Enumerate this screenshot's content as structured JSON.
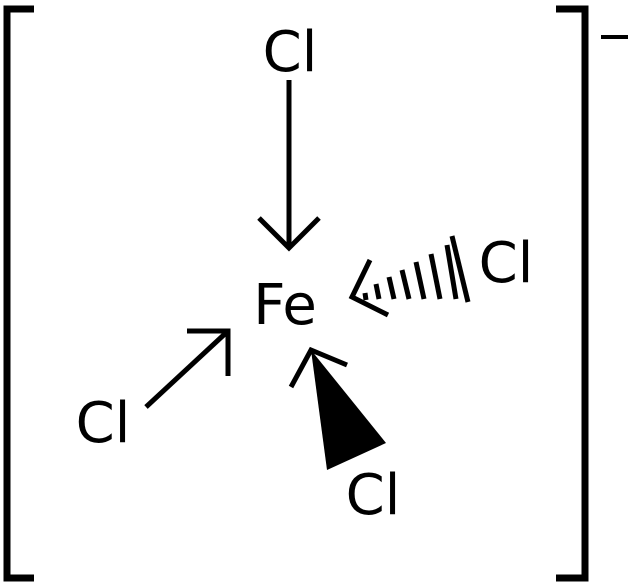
{
  "molecule": {
    "center_atom": "Fe",
    "ligands": [
      {
        "label": "Cl",
        "position": "top",
        "bond": "dative-arrow"
      },
      {
        "label": "Cl",
        "position": "right",
        "bond": "hashed-wedge"
      },
      {
        "label": "Cl",
        "position": "lower-left",
        "bond": "dative-arrow"
      },
      {
        "label": "Cl",
        "position": "bottom",
        "bond": "solid-wedge"
      }
    ],
    "charge_symbol": "−"
  }
}
